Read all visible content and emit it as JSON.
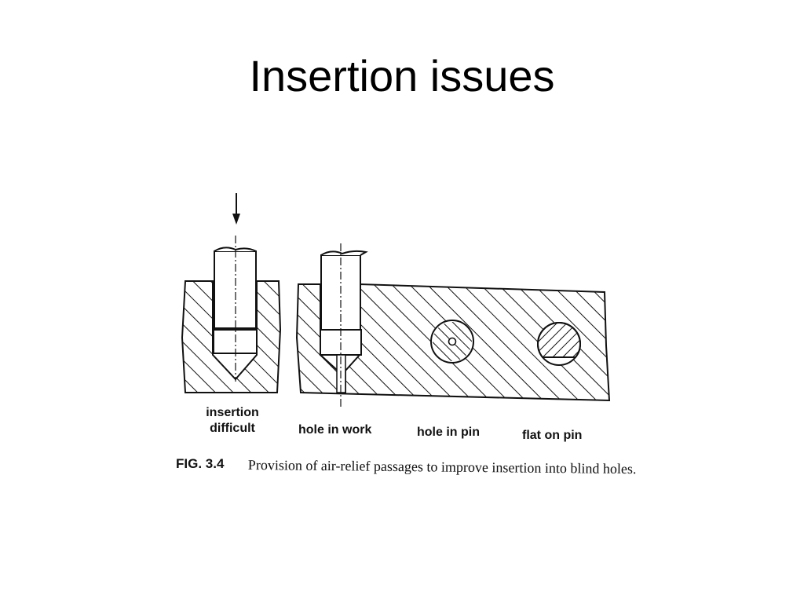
{
  "slide": {
    "title": "Insertion issues"
  },
  "figure": {
    "labels": {
      "insertion_difficult_line1": "insertion",
      "insertion_difficult_line2": "difficult",
      "hole_in_work": "hole in work",
      "hole_in_pin": "hole in pin",
      "flat_on_pin": "flat on pin"
    },
    "caption": {
      "number": "FIG. 3.4",
      "text": "Provision of air-relief passages to improve insertion into blind holes."
    }
  }
}
